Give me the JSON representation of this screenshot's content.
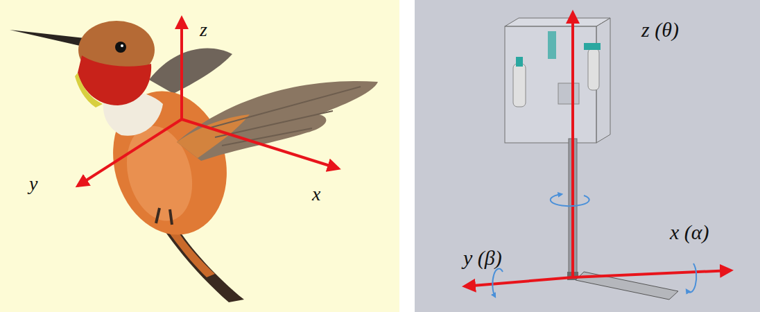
{
  "diagram": {
    "labels": [
      "z",
      "y",
      "x",
      "z (θ)",
      "y (β)",
      "x (α)"
    ]
  }
}
